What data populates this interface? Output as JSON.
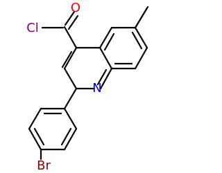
{
  "molecule": {
    "atoms": {
      "chlorine": {
        "label": "Cl",
        "color": "#800080"
      },
      "oxygen": {
        "label": "O",
        "color": "#ff0000"
      },
      "nitrogen": {
        "label": "N",
        "color": "#0000ff"
      },
      "bromine": {
        "label": "Br",
        "color": "#8b0000"
      }
    },
    "bond_color": "#000000"
  }
}
